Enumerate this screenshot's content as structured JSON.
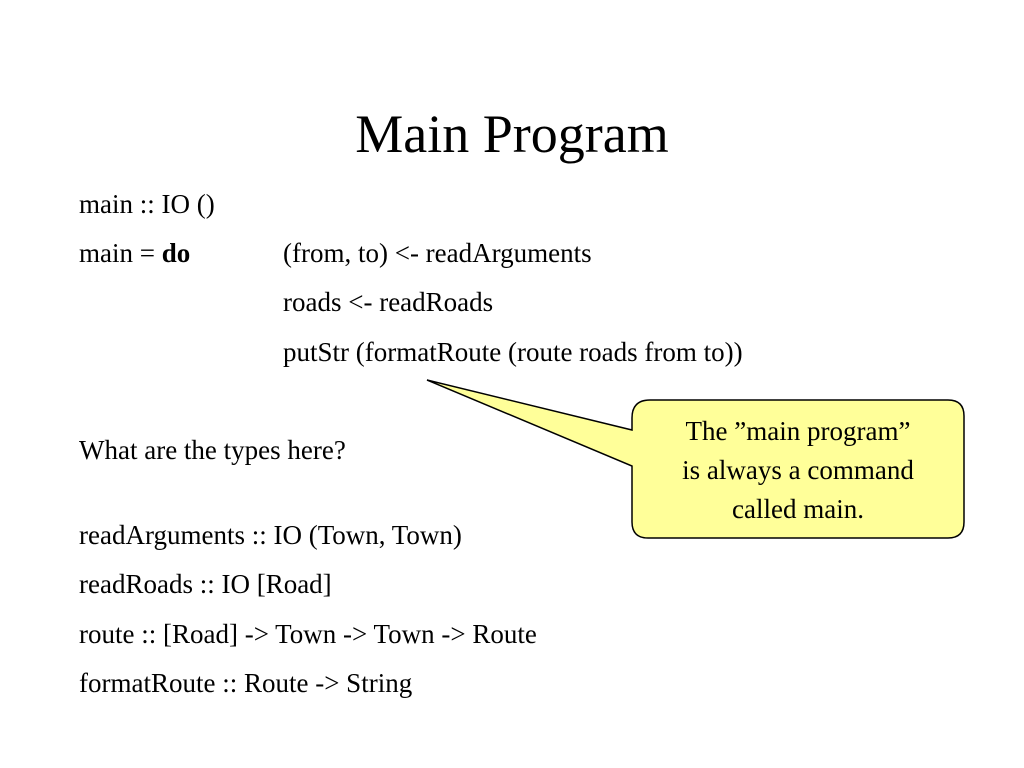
{
  "slide": {
    "title": "Main Program",
    "code": {
      "sig": "main :: IO ()",
      "def_prefix": "main = ",
      "def_keyword": "do",
      "stmt1": "(from, to) <- readArguments",
      "stmt2": "roads <- readRoads",
      "stmt3": "putStr (formatRoute (route roads from to))"
    },
    "question": "What are the types here?",
    "types": [
      "readArguments :: IO (Town, Town)",
      "readRoads :: IO [Road]",
      "route :: [Road] -> Town -> Town -> Route",
      "formatRoute :: Route -> String"
    ],
    "callout": {
      "line1": "The ”main program”",
      "line2": "is always a command",
      "line3": "called main.",
      "fill": "#ffff99",
      "stroke": "#000000"
    }
  }
}
